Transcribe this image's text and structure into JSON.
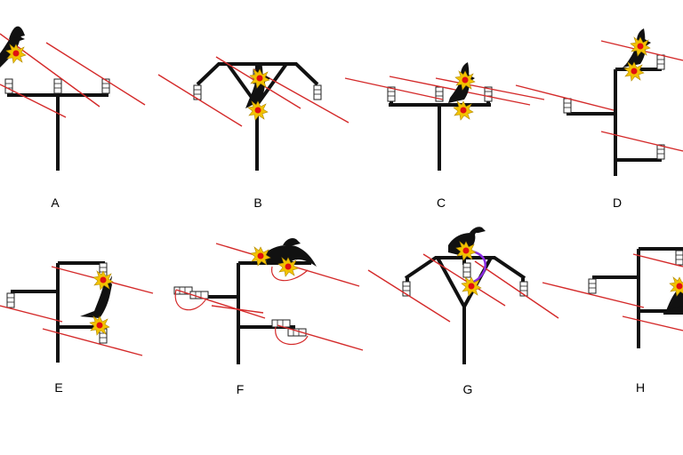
{
  "figure": {
    "panels": [
      {
        "id": "A",
        "label": "A",
        "pole_type": "crossarm"
      },
      {
        "id": "B",
        "label": "B",
        "pole_type": "v-brace"
      },
      {
        "id": "C",
        "label": "C",
        "pole_type": "crossarm-tall"
      },
      {
        "id": "D",
        "label": "D",
        "pole_type": "offset-arm"
      },
      {
        "id": "E",
        "label": "E",
        "pole_type": "offset-arm"
      },
      {
        "id": "F",
        "label": "F",
        "pole_type": "dead-end"
      },
      {
        "id": "G",
        "label": "G",
        "pole_type": "y-brace-jumper"
      },
      {
        "id": "H",
        "label": "H",
        "pole_type": "offset-arm"
      }
    ],
    "colors": {
      "pole": "#111111",
      "wire": "#d42a2a",
      "insulator": "#ffffff",
      "bird": "#111111",
      "flash_outer": "#f2c200",
      "flash_inner": "#e01010",
      "jumper": "#8a2be2"
    }
  }
}
